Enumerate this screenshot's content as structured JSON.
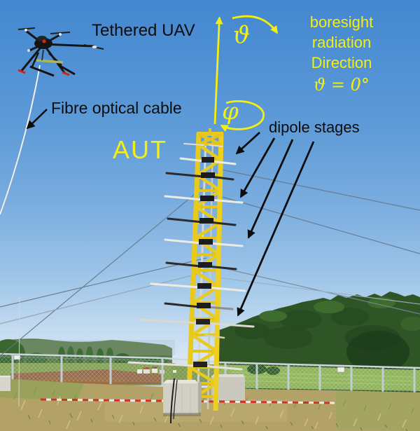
{
  "labels": {
    "tethered_uav": "Tethered UAV",
    "fibre_optical_cable": "Fibre optical cable",
    "aut": "AUT",
    "dipole_stages": "dipole stages",
    "boresight_line1": "boresight",
    "boresight_line2": "radiation",
    "boresight_line3": "Direction",
    "boresight_angle": "ϑ = 0°"
  },
  "symbols": {
    "theta": "ϑ",
    "phi": "φ"
  },
  "colors": {
    "annotation_yellow": "#f4ef0e",
    "annotation_black": "#0d0d0d",
    "tower_yellow": "#e8c91c",
    "sky_top": "#4487cf",
    "sky_horizon": "#d7e5f3",
    "hill_green": "#2f5527",
    "grass_tan": "#b2a267"
  }
}
